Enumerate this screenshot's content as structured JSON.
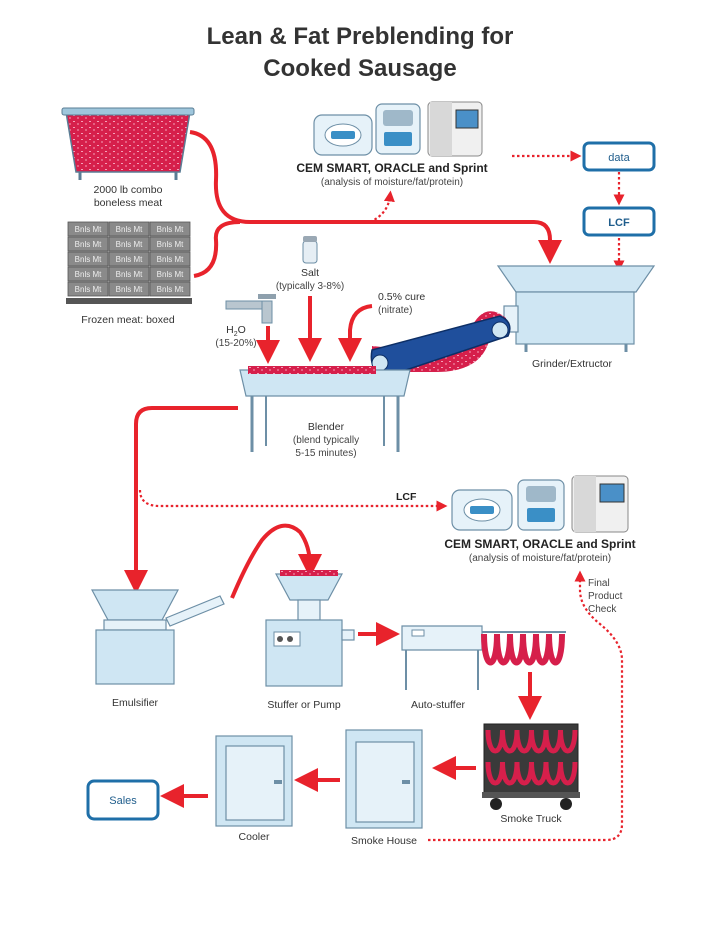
{
  "title": {
    "line1": "Lean & Fat Preblending for",
    "line2": "Cooked Sausage"
  },
  "analyzer_top": {
    "name": "CEM SMART, ORACLE and Sprint",
    "desc": "(analysis of moisture/fat/protein)"
  },
  "analyzer_bottom": {
    "lcf": "LCF",
    "name": "CEM SMART, ORACLE and Sprint",
    "desc": "(analysis of moisture/fat/protein)"
  },
  "data_box": "data",
  "lcf_box": "LCF",
  "sales_box": "Sales",
  "combo": {
    "line1": "2000 lb combo",
    "line2": "boneless meat"
  },
  "frozen": {
    "label": "Frozen meat: boxed",
    "carton": "Bnls Mt"
  },
  "salt": {
    "line1": "Salt",
    "line2": "(typically 3-8%)"
  },
  "water": {
    "h": "H",
    "sub2": "2",
    "o": "O",
    "pct": "(15-20%)"
  },
  "cure": {
    "line1": "0.5% cure",
    "line2": "(nitrate)"
  },
  "grinder": "Grinder/Extructor",
  "blender": {
    "line1": "Blender",
    "line2": "(blend typically",
    "line3": "5-15 minutes)"
  },
  "final_check": {
    "line1": "Final",
    "line2": "Product",
    "line3": "Check"
  },
  "emulsifier": "Emulsifier",
  "stuffer": "Stuffer or Pump",
  "auto_stuffer": "Auto-stuffer",
  "smoke_truck": "Smoke Truck",
  "smoke_house": "Smoke House",
  "cooler": "Cooler",
  "colors": {
    "flow": "#e8232c",
    "box_border": "#1f6fa8",
    "machine_fill": "#cfe6f3",
    "meat": "#d61f4b",
    "conveyor": "#1f4f9c"
  }
}
